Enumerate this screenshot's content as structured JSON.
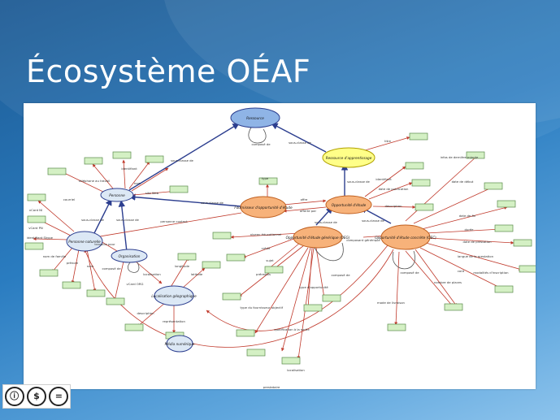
{
  "slide": {
    "title": "Écosystème OÉAF"
  },
  "license_icons": [
    {
      "name": "cc-by-icon",
      "glyph": "ⓘ"
    },
    {
      "name": "cc-nc-icon",
      "glyph": "$"
    },
    {
      "name": "cc-nd-icon",
      "glyph": "="
    }
  ],
  "colors": {
    "resource": "#8fb4e6",
    "learning": "#ffff88",
    "provider": "#f7b27a",
    "person": "#dce8f5",
    "link_blue": "#2c3e8f",
    "link_red": "#c0392b",
    "box_green": "#d4f0c4"
  },
  "nodes": [
    {
      "id": "ressource",
      "label": "Ressource",
      "cls": "resource"
    },
    {
      "id": "ress_app",
      "label": "Ressource d'apprentissage",
      "cls": "learning"
    },
    {
      "id": "fournisseur",
      "label": "Fournisseur d'opportunité d'étude",
      "cls": "provider"
    },
    {
      "id": "opportunite",
      "label": "Opportunité d'étude",
      "cls": "provider"
    },
    {
      "id": "oeg",
      "label": "Opportunité d'étude générique (OEG)",
      "cls": "provider"
    },
    {
      "id": "oec",
      "label": "Opportunité d'étude concrète (OEC)",
      "cls": "provider"
    },
    {
      "id": "personne",
      "label": "Personne",
      "cls": "person"
    },
    {
      "id": "pers_nat",
      "label": "Personne naturelle",
      "cls": "person"
    },
    {
      "id": "organisation",
      "label": "Organisation",
      "cls": "person"
    },
    {
      "id": "localisation",
      "label": "Localisation géographique",
      "cls": "person"
    },
    {
      "id": "media",
      "label": "Média numérique",
      "cls": "person"
    }
  ],
  "edge_labels": [
    "composé de",
    "sous-classe de",
    "sous-classe de",
    "titre",
    "identifiant",
    "date de publication",
    "description",
    "sous-classe de",
    "type",
    "offre",
    "offerte par",
    "sous-classe de",
    "sous-classe de",
    "sous-classe de",
    "composant générique",
    "niveau éducationnel",
    "crédit",
    "sujet",
    "prérequis",
    "type d'opportunité",
    "type du fournisseur",
    "objectif",
    "qualification à la sortie",
    "composé de",
    "composé de",
    "infos de dernière minute",
    "date de début",
    "date de fin",
    "durée",
    "date de prestation",
    "langue de la prestation",
    "coût",
    "modalités d'inscription",
    "nombre de places",
    "mode de livraison",
    "identifiant",
    "nom",
    "site Web",
    "courriel",
    "téléphone au travail",
    "vCard NI",
    "vCard PN",
    "identifiant Skype",
    "nom de famille",
    "prénom",
    "nom",
    "travaille pour",
    "sous-classe de",
    "sous-classe de",
    "personne contact",
    "composé de",
    "vCard ORG",
    "localisation",
    "longitude",
    "latitude",
    "description",
    "représentation",
    "localisation",
    "prestataire"
  ]
}
